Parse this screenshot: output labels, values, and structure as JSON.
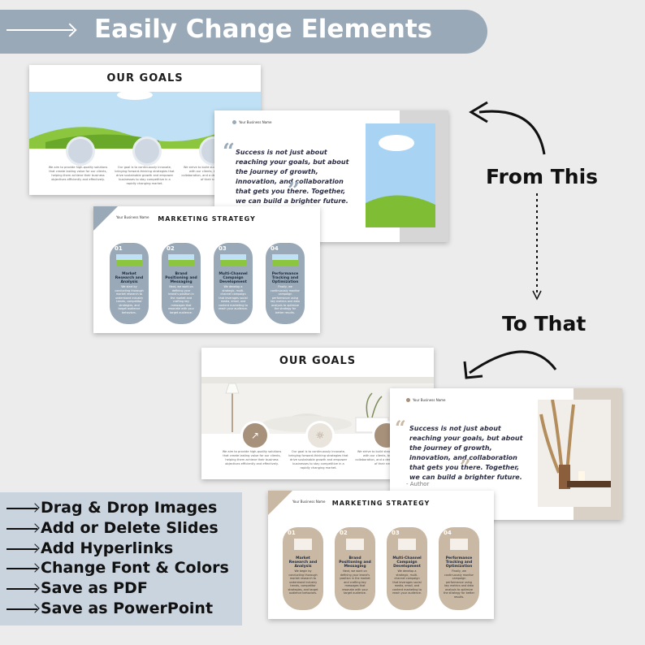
{
  "banner": {
    "title": "Easily Change Elements"
  },
  "labels": {
    "from": "From This",
    "to": "To That"
  },
  "before": {
    "goals": {
      "title": "OUR GOALS",
      "captions": [
        "We aim to provide high-quality solutions that create lasting value for our clients, helping them achieve their business objectives efficiently and effectively.",
        "Our goal is to continuously innovate, bringing forward-thinking strategies that drive sustainable growth and empower businesses to stay competitive in a rapidly changing market.",
        "We strive to build strong relationships with our clients, built on trust, collaboration, and a deep understanding of their needs."
      ]
    },
    "quote": {
      "business_name": "Your Business Name",
      "text": "Success is not just about reaching your goals, but about the journey of growth, innovation, and collaboration that gets you there. Together, we can build a brighter future."
    },
    "strategy": {
      "business_name": "Your Business Name",
      "title": "MARKETING STRATEGY",
      "steps": [
        {
          "num": "01",
          "title": "Market Research and Analysis",
          "body": "We start by conducting thorough market research to understand industry trends, competitor strategies, and target audience behaviors."
        },
        {
          "num": "02",
          "title": "Brand Positioning and Messaging",
          "body": "Next, we work on defining your brand's position in the market and crafting key messages that resonate with your target audience."
        },
        {
          "num": "03",
          "title": "Multi-Channel Campaign Development",
          "body": "We develop a strategic, multi-channel campaign that leverages social media, email, and content marketing to reach your audience."
        },
        {
          "num": "04",
          "title": "Performance Tracking and Optimization",
          "body": "Finally, we continuously monitor campaign performance using key metrics and data analysis to optimize the strategy for better results."
        }
      ]
    }
  },
  "after": {
    "goals": {
      "title": "OUR GOALS",
      "captions": [
        "We aim to provide high-quality solutions that create lasting value for our clients, helping them achieve their business objectives efficiently and effectively.",
        "Our goal is to continuously innovate, bringing forward-thinking strategies that drive sustainable growth and empower businesses to stay competitive in a rapidly changing market.",
        "We strive to build strong relationships with our clients, built on trust, collaboration, and a deep understanding of their needs."
      ]
    },
    "quote": {
      "business_name": "Your Business Name",
      "text": "Success is not just about reaching your goals, but about the journey of growth, innovation, and collaboration that gets you there. Together, we can build a brighter future.",
      "author": "- Author"
    },
    "strategy": {
      "business_name": "Your Business Name",
      "title": "MARKETING STRATEGY",
      "steps": [
        {
          "num": "01",
          "title": "Market Research and Analysis",
          "body": "We begin by conducting thorough market research to understand industry trends, competitor strategies, and target audience behaviors."
        },
        {
          "num": "02",
          "title": "Brand Positioning and Messaging",
          "body": "Next, we work on defining your brand's position in the market and crafting key messages that resonate with your target audience."
        },
        {
          "num": "03",
          "title": "Multi-Channel Campaign Development",
          "body": "We develop a strategic, multi-channel campaign that leverages social media, email, and content marketing to reach your audience."
        },
        {
          "num": "04",
          "title": "Performance Tracking and Optimization",
          "body": "Finally, we continuously monitor campaign performance using key metrics and data analysis to optimize the strategy for better results."
        }
      ]
    }
  },
  "features": [
    "Drag & Drop Images",
    "Add or Delete Slides",
    "Add Hyperlinks",
    "Change Font & Colors",
    "Save as PDF",
    "Save as PowerPoint"
  ],
  "colors": {
    "banner": "#9aa9b7",
    "before_pill": "#9aa9b7",
    "after_pill": "#c9b8a3",
    "feature_box": "#c9d4df",
    "quote_text": "#2b2d45"
  }
}
